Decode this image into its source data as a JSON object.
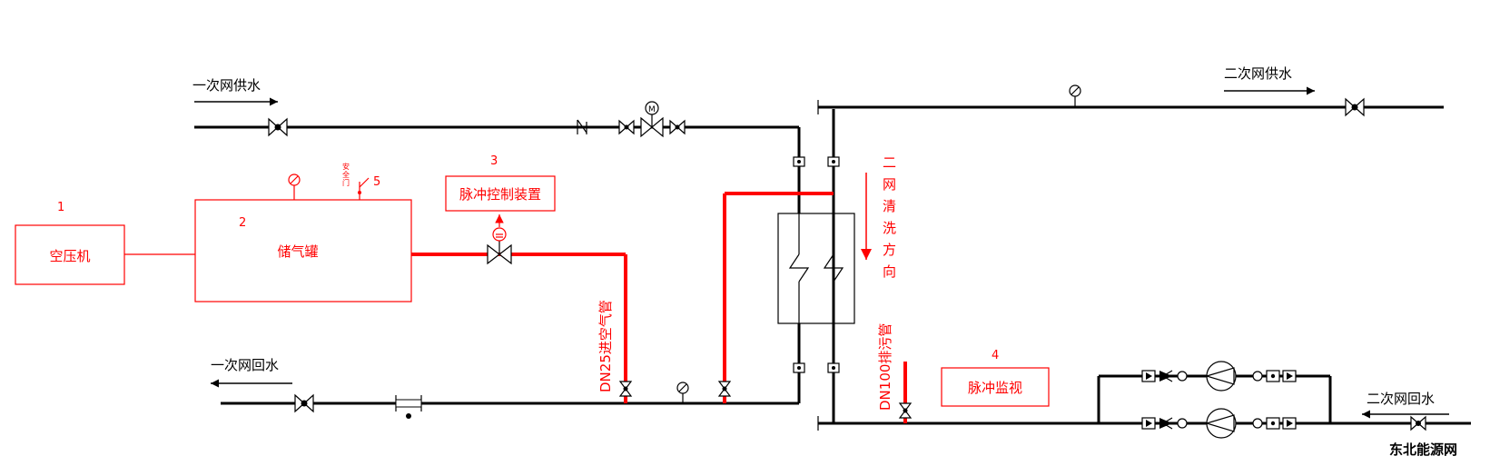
{
  "labels": {
    "primary_supply": "一次网供水",
    "primary_return": "一次网回水",
    "secondary_supply": "二次网供水",
    "secondary_return": "二次网回水",
    "compressor": "空压机",
    "tank": "储气罐",
    "pulse_control": "脉冲控制装置",
    "pulse_monitor": "脉冲监视",
    "air_inlet_pipe": "DN25进空气管",
    "drain_pipe": "DN100排污管",
    "cleaning_direction": "二网清洗方向",
    "safety_valve": "安全门",
    "watermark": "东北能源网"
  },
  "numbers": {
    "n1": "1",
    "n2": "2",
    "n3": "3",
    "n4": "4",
    "n5": "5"
  },
  "colors": {
    "pipe": "#000000",
    "pulse_line": "#ff0000"
  }
}
